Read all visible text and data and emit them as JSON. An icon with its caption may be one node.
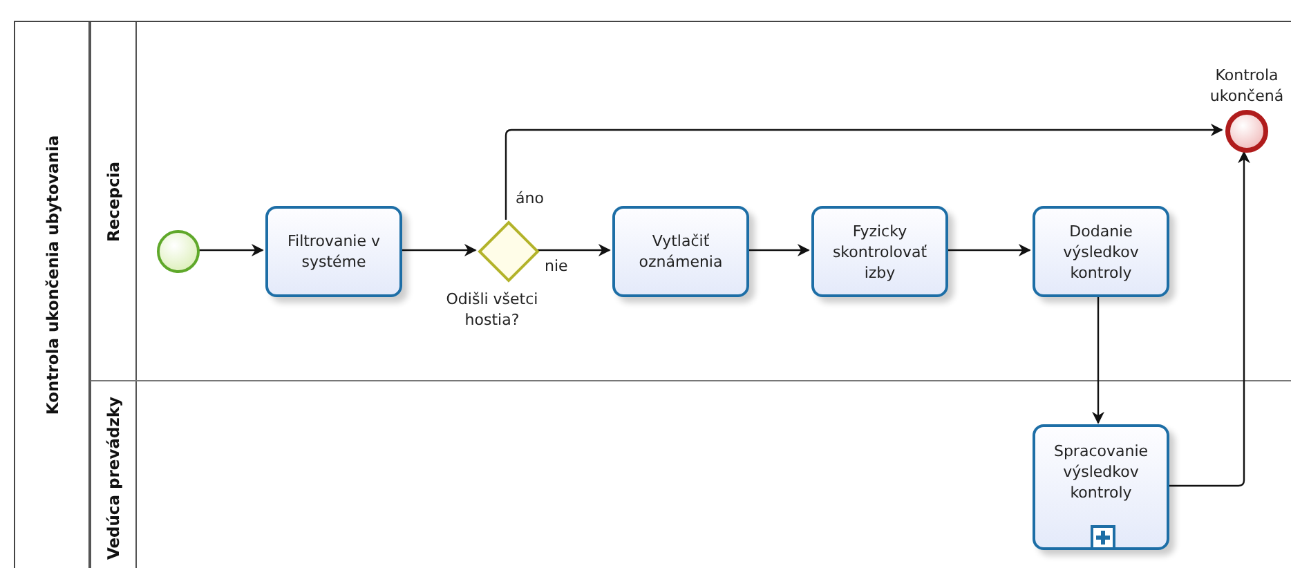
{
  "diagram": {
    "nodes": [
      {
        "text": [
          "Kontrola ukončenia ubytovania"
        ]
      },
      {
        "text": [
          "Recepcia"
        ],
        "in": 0
      },
      {
        "text": [
          "Vedúca prevádzky"
        ],
        "in": 0
      },
      {
        "text": [],
        "shape": "circle",
        "in": 1
      },
      {
        "text": [
          "Filtrovanie v systéme"
        ],
        "in": 1
      },
      {
        "text": [],
        "shape": "diamond",
        "in": 1,
        "beside": [
          "Odišli všetci hostia?"
        ]
      },
      {
        "text": [
          "Vytlačiť oznámenia"
        ],
        "in": 1
      },
      {
        "text": [
          "Fyzicky skontrolovať izby"
        ],
        "in": 1
      },
      {
        "text": [
          "Dodanie výsledkov kontroly"
        ],
        "in": 1
      },
      {
        "text": [
          "Spracovanie výsledkov kontroly"
        ],
        "in": 2
      },
      {
        "text": [],
        "shape": "circle",
        "in": 1,
        "beside": [
          "Kontrola ukončená"
        ]
      }
    ],
    "edges": [
      {
        "from": 3,
        "to": 4,
        "arrow": "to"
      },
      {
        "from": 4,
        "to": 5,
        "arrow": "to"
      },
      {
        "from": 5,
        "to": 10,
        "arrow": "to",
        "label": "áno"
      },
      {
        "from": 5,
        "to": 6,
        "arrow": "to",
        "label": "nie"
      },
      {
        "from": 6,
        "to": 7,
        "arrow": "to"
      },
      {
        "from": 7,
        "to": 8,
        "arrow": "to"
      },
      {
        "from": 8,
        "to": 9,
        "arrow": "to"
      },
      {
        "from": 9,
        "to": 10,
        "arrow": "to"
      }
    ]
  }
}
